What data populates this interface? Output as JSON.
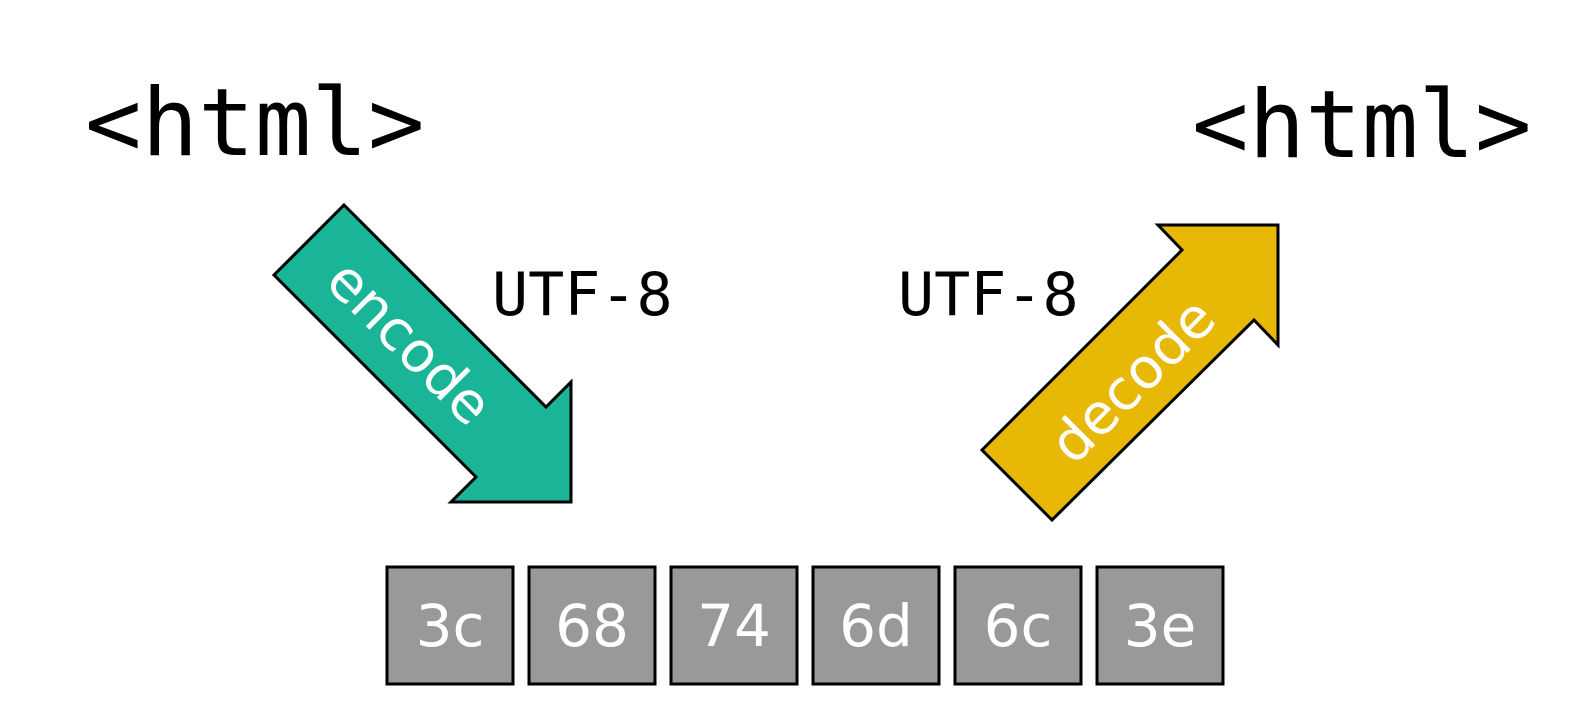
{
  "diagram": {
    "source_text": "<html>",
    "target_text": "<html>",
    "encode": {
      "label": "encode",
      "encoding": "UTF-8",
      "color": "#1ab597"
    },
    "decode": {
      "label": "decode",
      "encoding": "UTF-8",
      "color": "#e7b805"
    },
    "bytes": [
      "3c",
      "68",
      "74",
      "6d",
      "6c",
      "3e"
    ],
    "byte_color": "#999999"
  }
}
